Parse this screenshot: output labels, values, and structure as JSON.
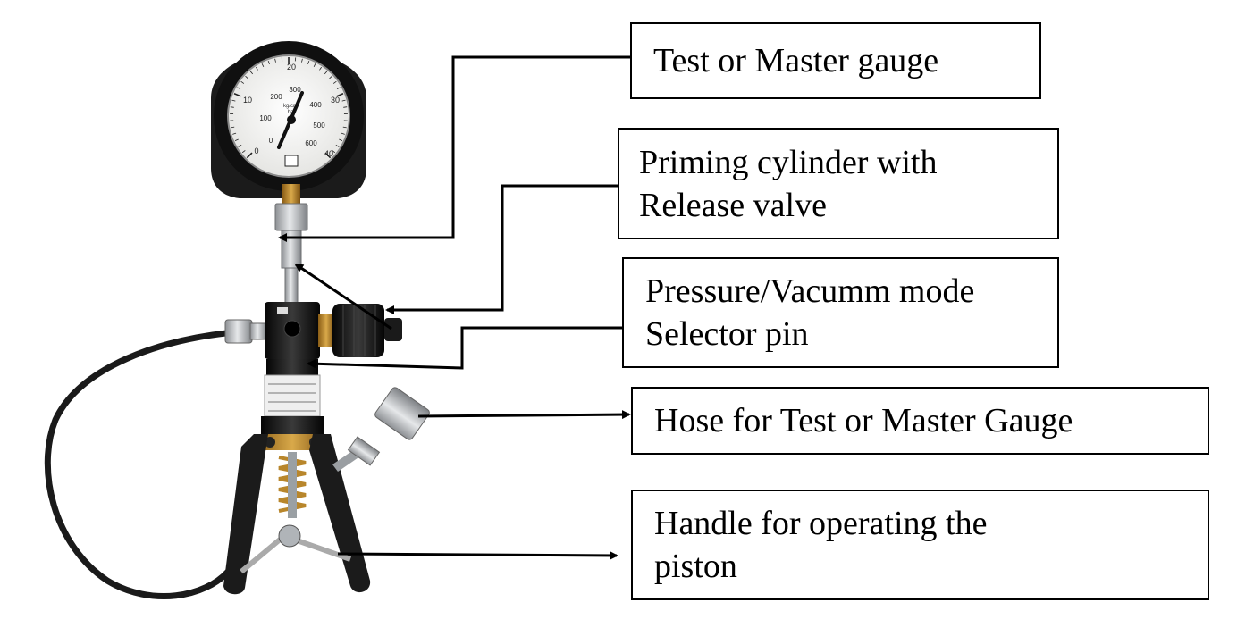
{
  "labels": {
    "test_gauge": "Test or Master gauge",
    "priming_line1": "Priming cylinder with",
    "priming_line2": "Release valve",
    "selector_line1": "Pressure/Vacumm mode",
    "selector_line2": "Selector pin",
    "hose": "Hose for Test or Master Gauge",
    "handle_line1": "Handle for operating the",
    "handle_line2": "piston"
  },
  "gauge": {
    "outer_scale": [
      "0",
      "10",
      "20",
      "30",
      "40"
    ],
    "inner_scale": [
      "0",
      "100",
      "200",
      "300",
      "400",
      "500",
      "600"
    ],
    "unit_top": "kg/cm²",
    "unit_bottom": "bar"
  },
  "colors": {
    "line": "#000000",
    "box_border": "#000000",
    "pump_body": "#151515",
    "brass": "#b8862b",
    "steel": "#b9bcc0",
    "gauge_face": "#f4f4f2"
  }
}
